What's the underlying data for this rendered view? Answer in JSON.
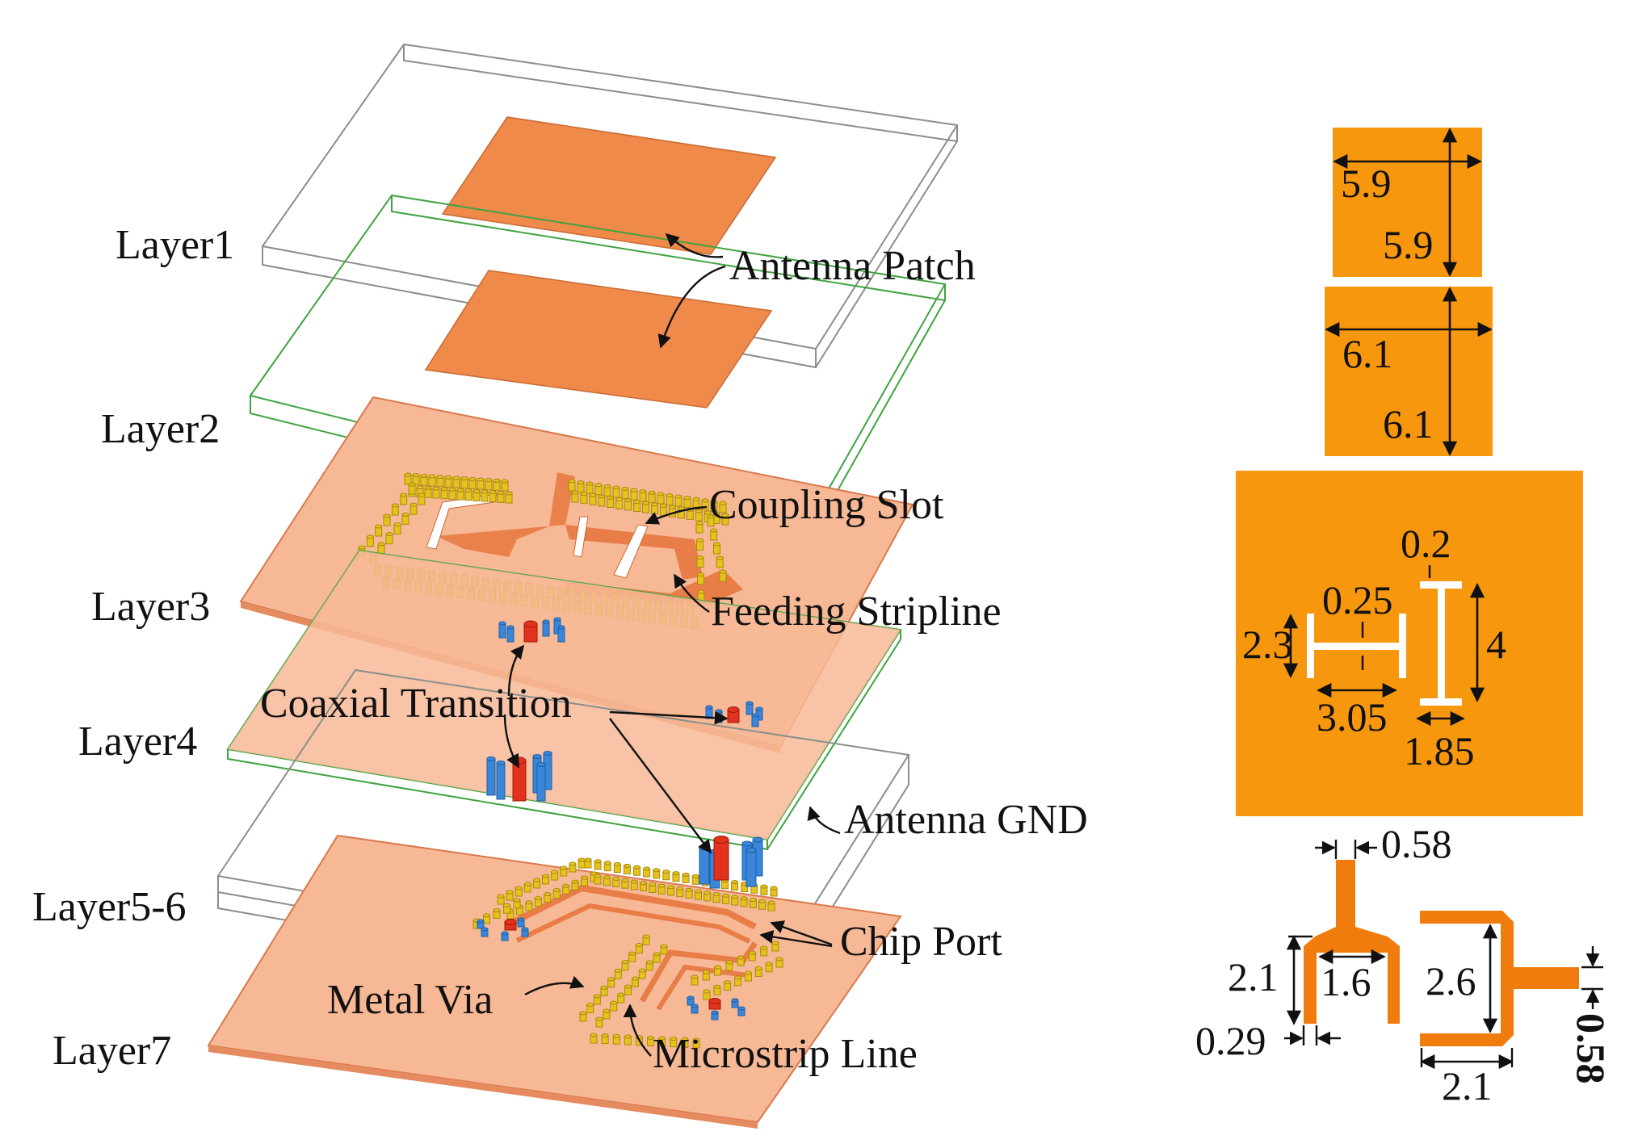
{
  "layers": {
    "layer1": "Layer1",
    "layer2": "Layer2",
    "layer3": "Layer3",
    "layer4": "Layer4",
    "layer56": "Layer5-6",
    "layer7": "Layer7"
  },
  "callouts": {
    "antenna_patch": "Antenna Patch",
    "coupling_slot": "Coupling Slot",
    "feeding_stripline": "Feeding Stripline",
    "coaxial_transition": "Coaxial Transition",
    "antenna_gnd": "Antenna GND",
    "chip_port": "Chip Port",
    "metal_via": "Metal Via",
    "microstrip_line": "Microstrip Line"
  },
  "dimensions": {
    "patch1_width": "5.9",
    "patch1_height": "5.9",
    "patch2_width": "6.1",
    "patch2_height": "6.1",
    "slot_width": "0.2",
    "slot_gap": "0.25",
    "slot_h_height": "2.3",
    "slot_v_length": "4",
    "slot_h_length": "3.05",
    "slot_v_offset": "1.85",
    "port_feed_width": "0.58",
    "port_left_height": "2.1",
    "port_left_inner": "1.6",
    "port_left_line": "0.29",
    "port_right_height": "2.6",
    "port_right_bottom": "2.1",
    "port_right_feed": "0.58"
  },
  "colors": {
    "copper_panel": "#f7970e",
    "patch": "#f08a4b",
    "substrate_sheet": "#f7b896",
    "via": "#e6c21c",
    "coax_pin_signal": "#e2311d",
    "coax_pin_ground": "#3a86d8"
  }
}
